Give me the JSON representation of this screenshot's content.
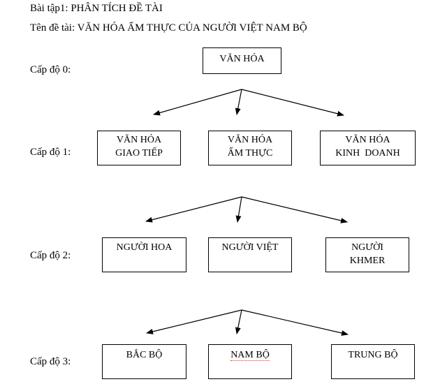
{
  "header": {
    "exercise": "Bài tập1: PHÂN TÍCH ĐỀ TÀI",
    "topic": "Tên đề tài: VĂN HÓA ẨM THỰC CỦA NGƯỜI VIỆT NAM BỘ"
  },
  "levels": [
    "Cấp độ 0:",
    "Cấp độ 1:",
    "Cấp độ 2:",
    "Cấp độ 3:"
  ],
  "nodes": {
    "root": {
      "line1": "VĂN HÓA"
    },
    "l1": [
      {
        "line1": "VĂN HÓA",
        "line2": "GIAO TIẾP"
      },
      {
        "line1": "VĂN HÓA",
        "line2": "ẨM THỰC"
      },
      {
        "line1": "VĂN HÓA",
        "line2": "KINH  DOANH"
      }
    ],
    "l2": [
      {
        "line1": "NGƯỜI HOA"
      },
      {
        "line1": "NGƯỜI VIỆT"
      },
      {
        "line1": "NGƯỜI",
        "line2": "KHMER"
      }
    ],
    "l3": [
      {
        "line1": "BẮC BỘ"
      },
      {
        "line1": "NAM BỘ"
      },
      {
        "line1": "TRUNG BỘ"
      }
    ]
  }
}
